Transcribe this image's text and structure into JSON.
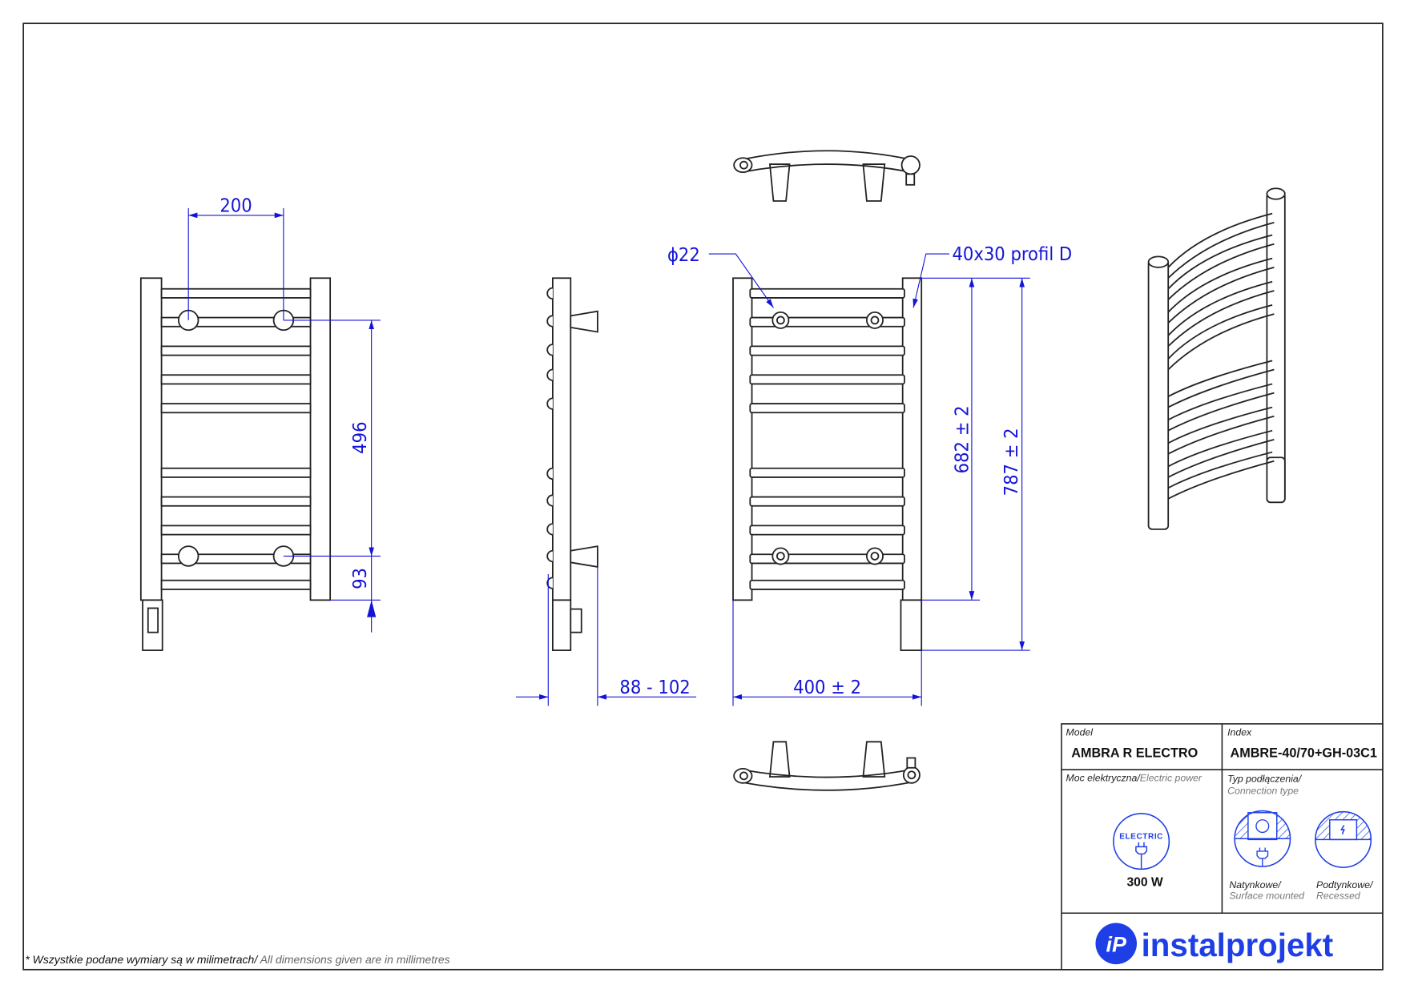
{
  "dimensions": {
    "hole_spacing_width": "200",
    "hole_spacing_height": "496",
    "bottom_offset": "93",
    "wall_distance": "88 - 102",
    "width": "400 ± 2",
    "height_profile": "682 ± 2",
    "height_total": "787 ± 2",
    "tube_diameter": "ϕ22",
    "profile": "40x30 profil D"
  },
  "title_block": {
    "model_label": "Model",
    "model_value": "AMBRA R ELECTRO",
    "index_label": "Index",
    "index_value": "AMBRE-40/70+GH-03C1",
    "power_label_pl": "Moc elektryczna/",
    "power_label_en": "Electric power",
    "power_badge": "ELECTRIC",
    "power_value": "300 W",
    "connection_label_pl": "Typ podłączenia/",
    "connection_label_en": "Connection type",
    "surface_pl": "Natynkowe/",
    "surface_en": "Surface mounted",
    "recessed_pl": "Podtynkowe/",
    "recessed_en": "Recessed",
    "logo_text": "instalprojekt",
    "logo_mark": "iP"
  },
  "footnote_pl": "* Wszystkie podane wymiary są w milimetrach/",
  "footnote_en": " All dimensions given are in millimetres",
  "colors": {
    "dimension": "#1414d8",
    "brand": "#1f3fe6"
  }
}
